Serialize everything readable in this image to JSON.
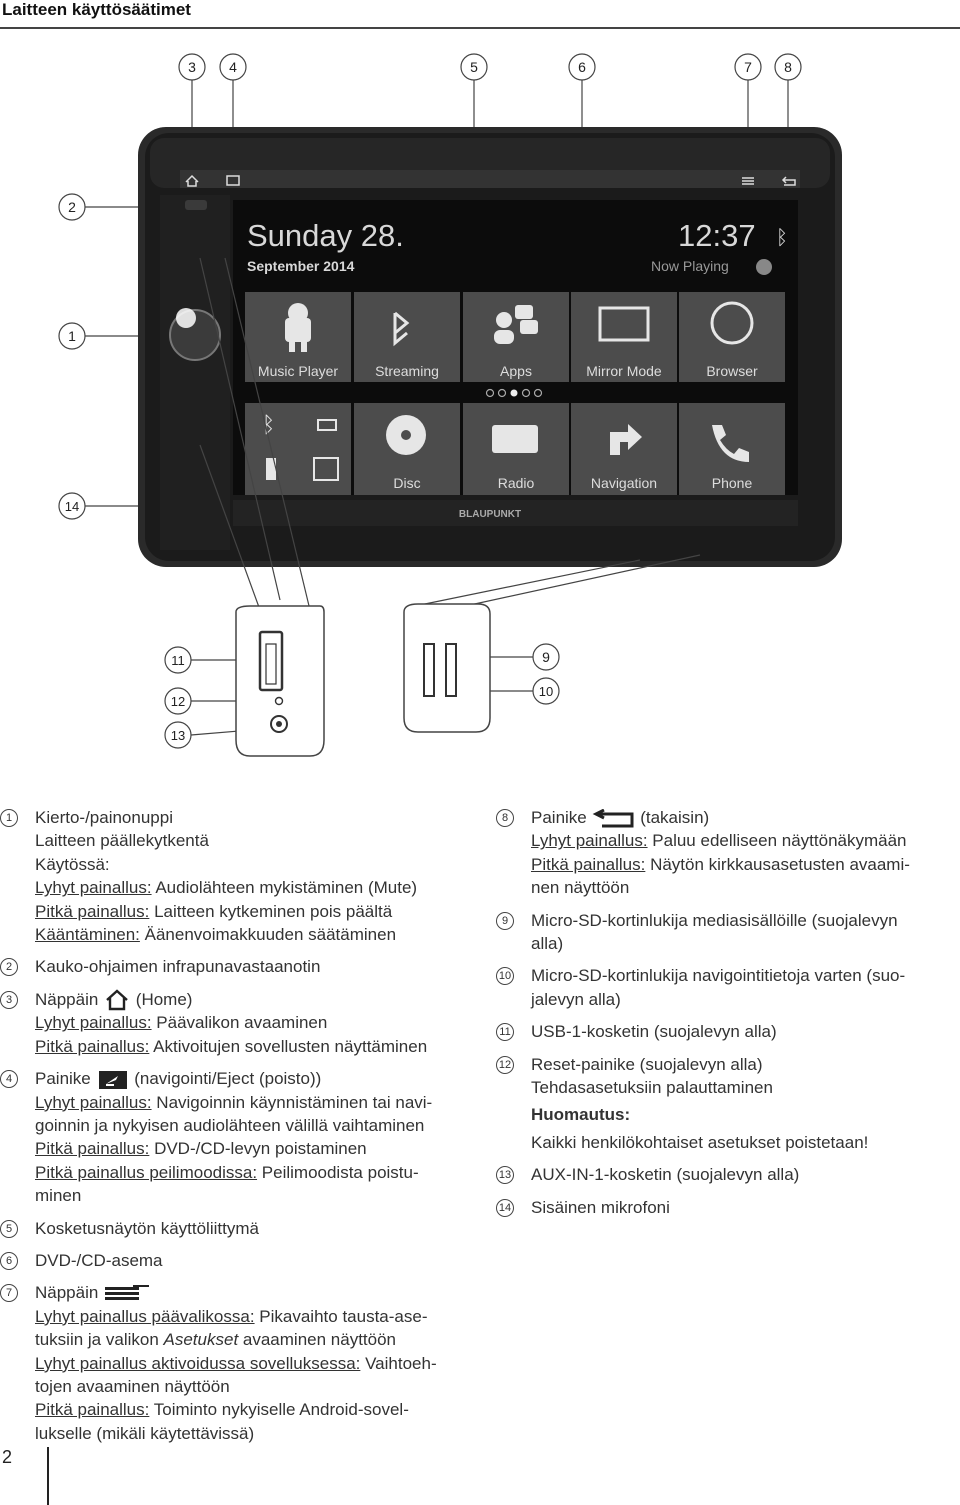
{
  "page": {
    "title": "Laitteen käyttösäätimet",
    "number": "2"
  },
  "figure": {
    "callouts": [
      "1",
      "2",
      "3",
      "4",
      "5",
      "6",
      "7",
      "8",
      "9",
      "10",
      "11",
      "12",
      "13",
      "14"
    ],
    "screen": {
      "day": "Sunday 28.",
      "date": "September 2014",
      "time": "12:37",
      "now_playing": "Now Playing",
      "tiles_row1": [
        "Music Player",
        "Streaming",
        "Apps",
        "Mirror Mode",
        "Browser"
      ],
      "tiles_row2": [
        "Disc",
        "Radio",
        "Navigation",
        "Phone"
      ],
      "brand": "BLAUPUNKT"
    }
  },
  "left": [
    {
      "n": "1",
      "lines": [
        {
          "t": "Kierto-/painonuppi"
        },
        {
          "t": "Laitteen päällekytkentä"
        },
        {
          "t": "Käytössä:"
        },
        {
          "u": "Lyhyt painallus:",
          "t": " Audiolähteen mykistäminen (Mute)"
        },
        {
          "u": "Pitkä painallus:",
          "t": " Laitteen kytkeminen pois päältä"
        },
        {
          "u": "Kääntäminen:",
          "t": " Äänenvoimakkuuden säätäminen"
        }
      ]
    },
    {
      "n": "2",
      "lines": [
        {
          "t": "Kauko-ohjaimen infrapunavastaanotin"
        }
      ]
    },
    {
      "n": "3",
      "lines": [
        {
          "t": "Näppäin",
          "icon": "home-icon",
          "t2": " (Home)"
        },
        {
          "u": "Lyhyt painallus:",
          "t": " Päävalikon avaaminen"
        },
        {
          "u": "Pitkä painallus:",
          "t": " Aktivoitujen sovellusten näyttäminen"
        }
      ]
    },
    {
      "n": "4",
      "lines": [
        {
          "t": "Painike",
          "icon": "nav-eject-icon",
          "t2": " (navigointi/Eject (poisto))"
        },
        {
          "u": "Lyhyt painallus:",
          "t": " Navigoinnin käynnistäminen tai navi-"
        },
        {
          "t": "goinnin ja nykyisen audiolähteen välillä vaihtaminen"
        },
        {
          "u": "Pitkä painallus:",
          "t": " DVD-/CD-levyn poistaminen"
        },
        {
          "u": "Pitkä painallus peilimoodissa:",
          "t": " Peilimoodista poistu-"
        },
        {
          "t": "minen"
        }
      ]
    },
    {
      "n": "5",
      "lines": [
        {
          "t": "Kosketusnäytön käyttöliittymä"
        }
      ]
    },
    {
      "n": "6",
      "lines": [
        {
          "t": "DVD-/CD-asema"
        }
      ]
    },
    {
      "n": "7",
      "lines": [
        {
          "t": "Näppäin",
          "icon": "menu-icon",
          "t2": ""
        },
        {
          "u": "Lyhyt painallus päävalikossa:",
          "t": " Pikavaihto tausta-ase-"
        },
        {
          "t": "tuksiin ja valikon ",
          "i": "Asetukset",
          "t2": " avaaminen näyttöön"
        },
        {
          "u": "Lyhyt painallus aktivoidussa sovelluksessa:",
          "t": " Vaihtoeh-"
        },
        {
          "t": "tojen avaaminen näyttöön"
        },
        {
          "u": "Pitkä painallus:",
          "t": " Toiminto nykyiselle Android-sovel-"
        },
        {
          "t": "lukselle (mikäli käytettävissä)"
        }
      ]
    }
  ],
  "right": [
    {
      "n": "8",
      "lines": [
        {
          "t": "Painike",
          "icon": "back-icon",
          "t2": " (takaisin)"
        },
        {
          "u": "Lyhyt painallus:",
          "t": " Paluu edelliseen näyttönäkymään"
        },
        {
          "u": "Pitkä painallus:",
          "t": " Näytön kirkkausasetusten avaami-"
        },
        {
          "t": "nen näyttöön"
        }
      ]
    },
    {
      "n": "9",
      "lines": [
        {
          "t": "Micro-SD-kortinlukija mediasisällöille (suojalevyn"
        },
        {
          "t": "alla)"
        }
      ]
    },
    {
      "n": "10",
      "lines": [
        {
          "t": "Micro-SD-kortinlukija navigointitietoja varten (suo-"
        },
        {
          "t": "jalevyn alla)"
        }
      ]
    },
    {
      "n": "11",
      "lines": [
        {
          "t": "USB-1-kosketin (suojalevyn alla)"
        }
      ]
    },
    {
      "n": "12",
      "lines": [
        {
          "t": "Reset-painike (suojalevyn alla)"
        },
        {
          "t": "Tehdasasetuksiin palauttaminen"
        },
        {
          "b": "Huomautus:"
        },
        {
          "t": "Kaikki henkilökohtaiset asetukset poistetaan!"
        }
      ]
    },
    {
      "n": "13",
      "lines": [
        {
          "t": "AUX-IN-1-kosketin (suojalevyn alla)"
        }
      ]
    },
    {
      "n": "14",
      "lines": [
        {
          "t": "Sisäinen mikrofoni"
        }
      ]
    }
  ]
}
